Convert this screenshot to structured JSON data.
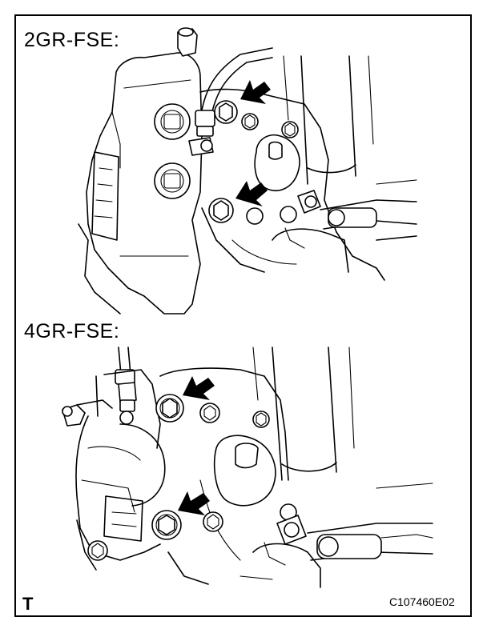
{
  "figure": {
    "panel_top_label": "2GR-FSE:",
    "panel_bottom_label": "4GR-FSE:",
    "corner_letter": "T",
    "figure_code": "C107460E02"
  },
  "callouts": {
    "top_panel_arrow_count": 2,
    "bottom_panel_arrow_count": 2,
    "arrow_color": "#000000"
  },
  "colors": {
    "line": "#000000",
    "background": "#ffffff"
  }
}
